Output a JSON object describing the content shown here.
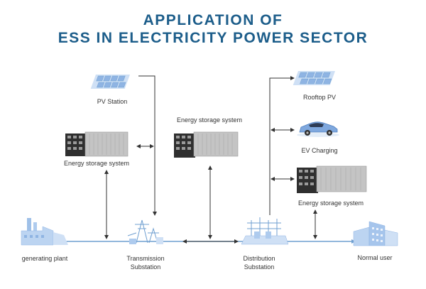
{
  "title": {
    "line1": "APPLICATION OF",
    "line2": "ESS IN ELECTRICITY POWER SECTOR"
  },
  "nodes": {
    "pv_station": "PV Station",
    "ess_left": "Energy storage system",
    "ess_center": "Energy storage system",
    "rooftop_pv": "Rooftop PV",
    "ev_charging": "EV Charging",
    "ess_right": "Energy storage system",
    "generating_plant": "generating plant",
    "transmission_line1": "Transmission",
    "transmission_line2": "Substation",
    "distribution_line1": "Distribution",
    "distribution_line2": "Substation",
    "normal_user": "Normal user"
  },
  "colors": {
    "title": "#1c5d8a",
    "flow_line": "#6f9fd0",
    "connector": "#333333",
    "icon_blue": "#8fb4e3",
    "icon_light": "#cfe0f5",
    "container_gray": "#bdbdbd",
    "rack_dark": "#333333"
  }
}
